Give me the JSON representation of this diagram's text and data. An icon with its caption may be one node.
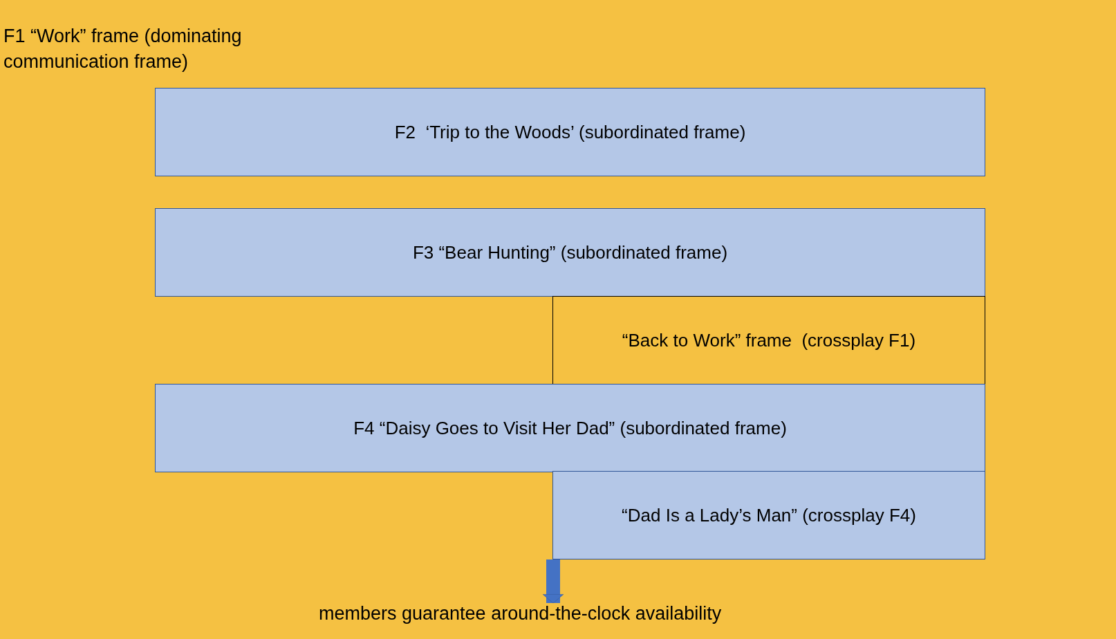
{
  "diagram": {
    "nodes": [
      {
        "text": [
          "F1 “Work” frame (dominating communication frame)"
        ]
      },
      {
        "text": [
          "F2  ‘Trip to the Woods’ (subordinated frame)"
        ],
        "in": 0
      },
      {
        "text": [
          "F3 “Bear Hunting” (subordinated frame)"
        ],
        "in": 0
      },
      {
        "text": [
          "“Back to Work” frame  (crossplay F1)"
        ],
        "in": 0
      },
      {
        "text": [
          "F4 “Daisy Goes to Visit Her Dad” (subordinated frame)"
        ],
        "in": 0
      },
      {
        "text": [
          "“Dad Is a Lady’s Man” (crossplay F4)"
        ],
        "in": 0
      },
      {
        "text": [
          "members guarantee around-the-clock availability"
        ],
        "in": 0
      }
    ],
    "edges": [
      {
        "from": 5,
        "to": 6,
        "arrow": "to"
      }
    ]
  }
}
